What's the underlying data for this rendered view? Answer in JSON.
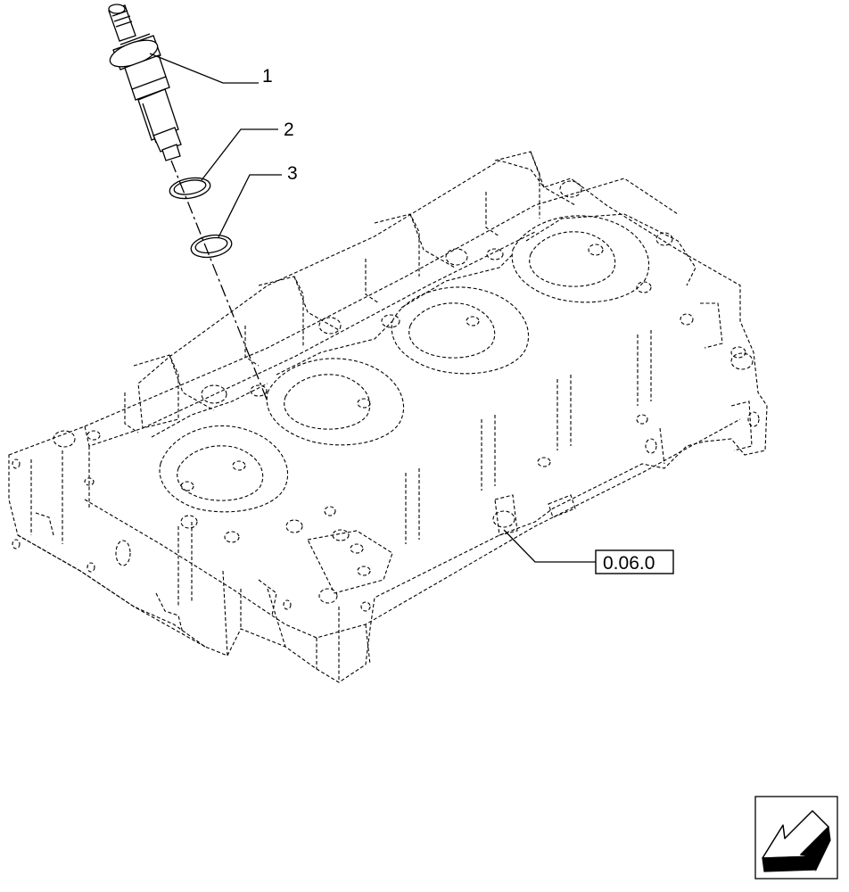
{
  "callouts": [
    {
      "id": "callout-1",
      "label": "1"
    },
    {
      "id": "callout-2",
      "label": "2"
    },
    {
      "id": "callout-3",
      "label": "3"
    }
  ],
  "reference": {
    "label": "0.06.0"
  },
  "icons": {
    "navigation": "arrow-back-icon"
  }
}
